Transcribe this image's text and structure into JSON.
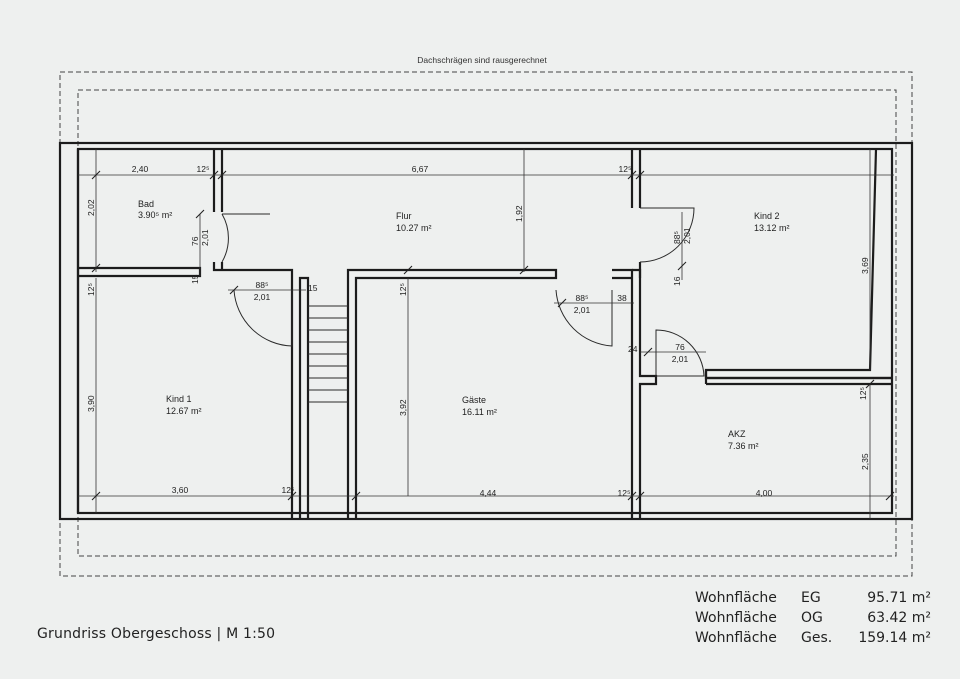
{
  "note": "Dachschrägen sind rausgerechnet",
  "title": "Grundriss Obergeschoss | M 1:50",
  "rooms": [
    {
      "name": "Bad",
      "area": "3.90⁵ m²"
    },
    {
      "name": "Flur",
      "area": "10.27 m²"
    },
    {
      "name": "Kind 2",
      "area": "13.12 m²"
    },
    {
      "name": "Kind 1",
      "area": "12.67 m²"
    },
    {
      "name": "Gäste",
      "area": "16.11 m²"
    },
    {
      "name": "AKZ",
      "area": "7.36 m²"
    }
  ],
  "dimensions": {
    "bad_width": "2,40",
    "bad_wall": "12⁵",
    "flur_width": "6,67",
    "flur_wall": "12⁵",
    "bad_height": "2,02",
    "flur_height": "1,92",
    "kind2_height": "3,69",
    "bad_door_h1": "76",
    "bad_door_h2": "2,01",
    "bad_15": "15",
    "kind1_door_w": "88⁵",
    "kind1_door_h": "2,01",
    "stair_15": "15",
    "kind1_wall": "12⁵",
    "gaeste_wall_top": "12⁵",
    "gaeste_door_w": "88⁵",
    "gaeste_door_h": "2,01",
    "gaeste_38": "38",
    "kind2_door_w": "88⁵",
    "kind2_door_h": "2,01",
    "kind2_16": "16",
    "akz_24": "24",
    "akz_door_w": "76",
    "akz_door_h": "2,01",
    "akz_wall": "12⁵",
    "kind1_height": "3,90",
    "gaeste_height": "3,92",
    "akz_height": "2,35",
    "kind1_width": "3,60",
    "kind1_wall_b": "12⁵",
    "gaeste_width": "4,44",
    "gaeste_wall_b": "12⁵",
    "akz_width": "4,00"
  },
  "areas": [
    {
      "label": "Wohnfläche",
      "level": "EG",
      "value": "95.71 m²"
    },
    {
      "label": "Wohnfläche",
      "level": "OG",
      "value": "63.42 m²"
    },
    {
      "label": "Wohnfläche",
      "level": "Ges.",
      "value": "159.14 m²"
    }
  ]
}
